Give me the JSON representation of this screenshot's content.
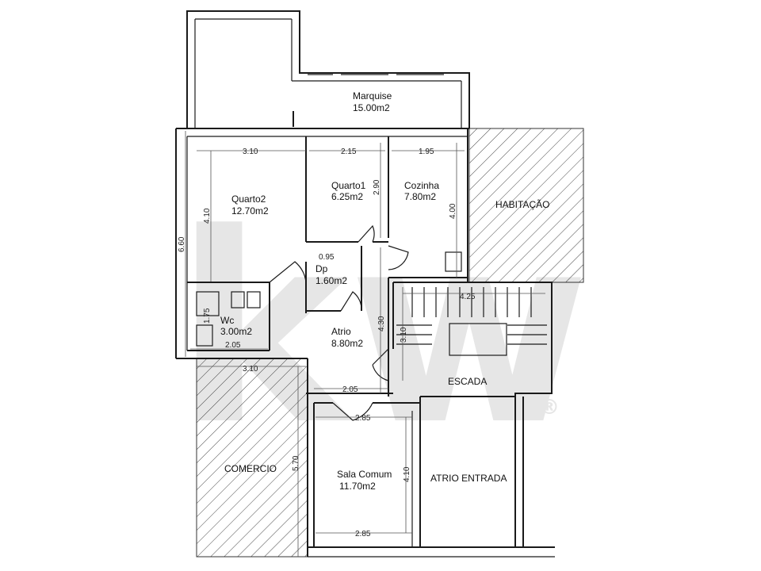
{
  "rooms": {
    "marquise": {
      "name": "Marquise",
      "area": "15.00m2"
    },
    "quarto2": {
      "name": "Quarto2",
      "area": "12.70m2"
    },
    "quarto1": {
      "name": "Quarto1",
      "area": "6.25m2"
    },
    "cozinha": {
      "name": "Cozinha",
      "area": "7.80m2"
    },
    "dp": {
      "name": "Dp",
      "area": "1.60m2"
    },
    "wc": {
      "name": "Wc",
      "area": "3.00m2"
    },
    "atrio": {
      "name": "Atrio",
      "area": "8.80m2"
    },
    "sala": {
      "name": "Sala Comum",
      "area": "11.70m2"
    },
    "habitacao": {
      "name": "HABITAÇÃO"
    },
    "escada": {
      "name": "ESCADA"
    },
    "comercio": {
      "name": "COMERCIO"
    },
    "atrio_entrada": {
      "name": "ATRIO ENTRADA"
    }
  },
  "dimensions": {
    "quarto2_width": "3.10",
    "quarto1_width": "2.15",
    "cozinha_width": "1.95",
    "quarto2_height": "4.10",
    "quarto1_height": "2.90",
    "cozinha_height": "4.00",
    "total_height": "6.60",
    "dp_width": "0.95",
    "wc_height": "1.75",
    "wc_width": "2.05",
    "atrio_height": "4.30",
    "escada_width": "4.25",
    "escada_height": "3.10",
    "atrio_width": "2.05",
    "comercio_width": "3.10",
    "comercio_height": "5.70",
    "sala_top_width": "2.85",
    "sala_height": "4.10",
    "sala_bottom_width": "2.85"
  },
  "watermark": {
    "text": "kw",
    "mark": "®"
  },
  "colors": {
    "wall": "#1a1a1a",
    "hatch": "#333333",
    "watermark": "#e6e6e6"
  }
}
